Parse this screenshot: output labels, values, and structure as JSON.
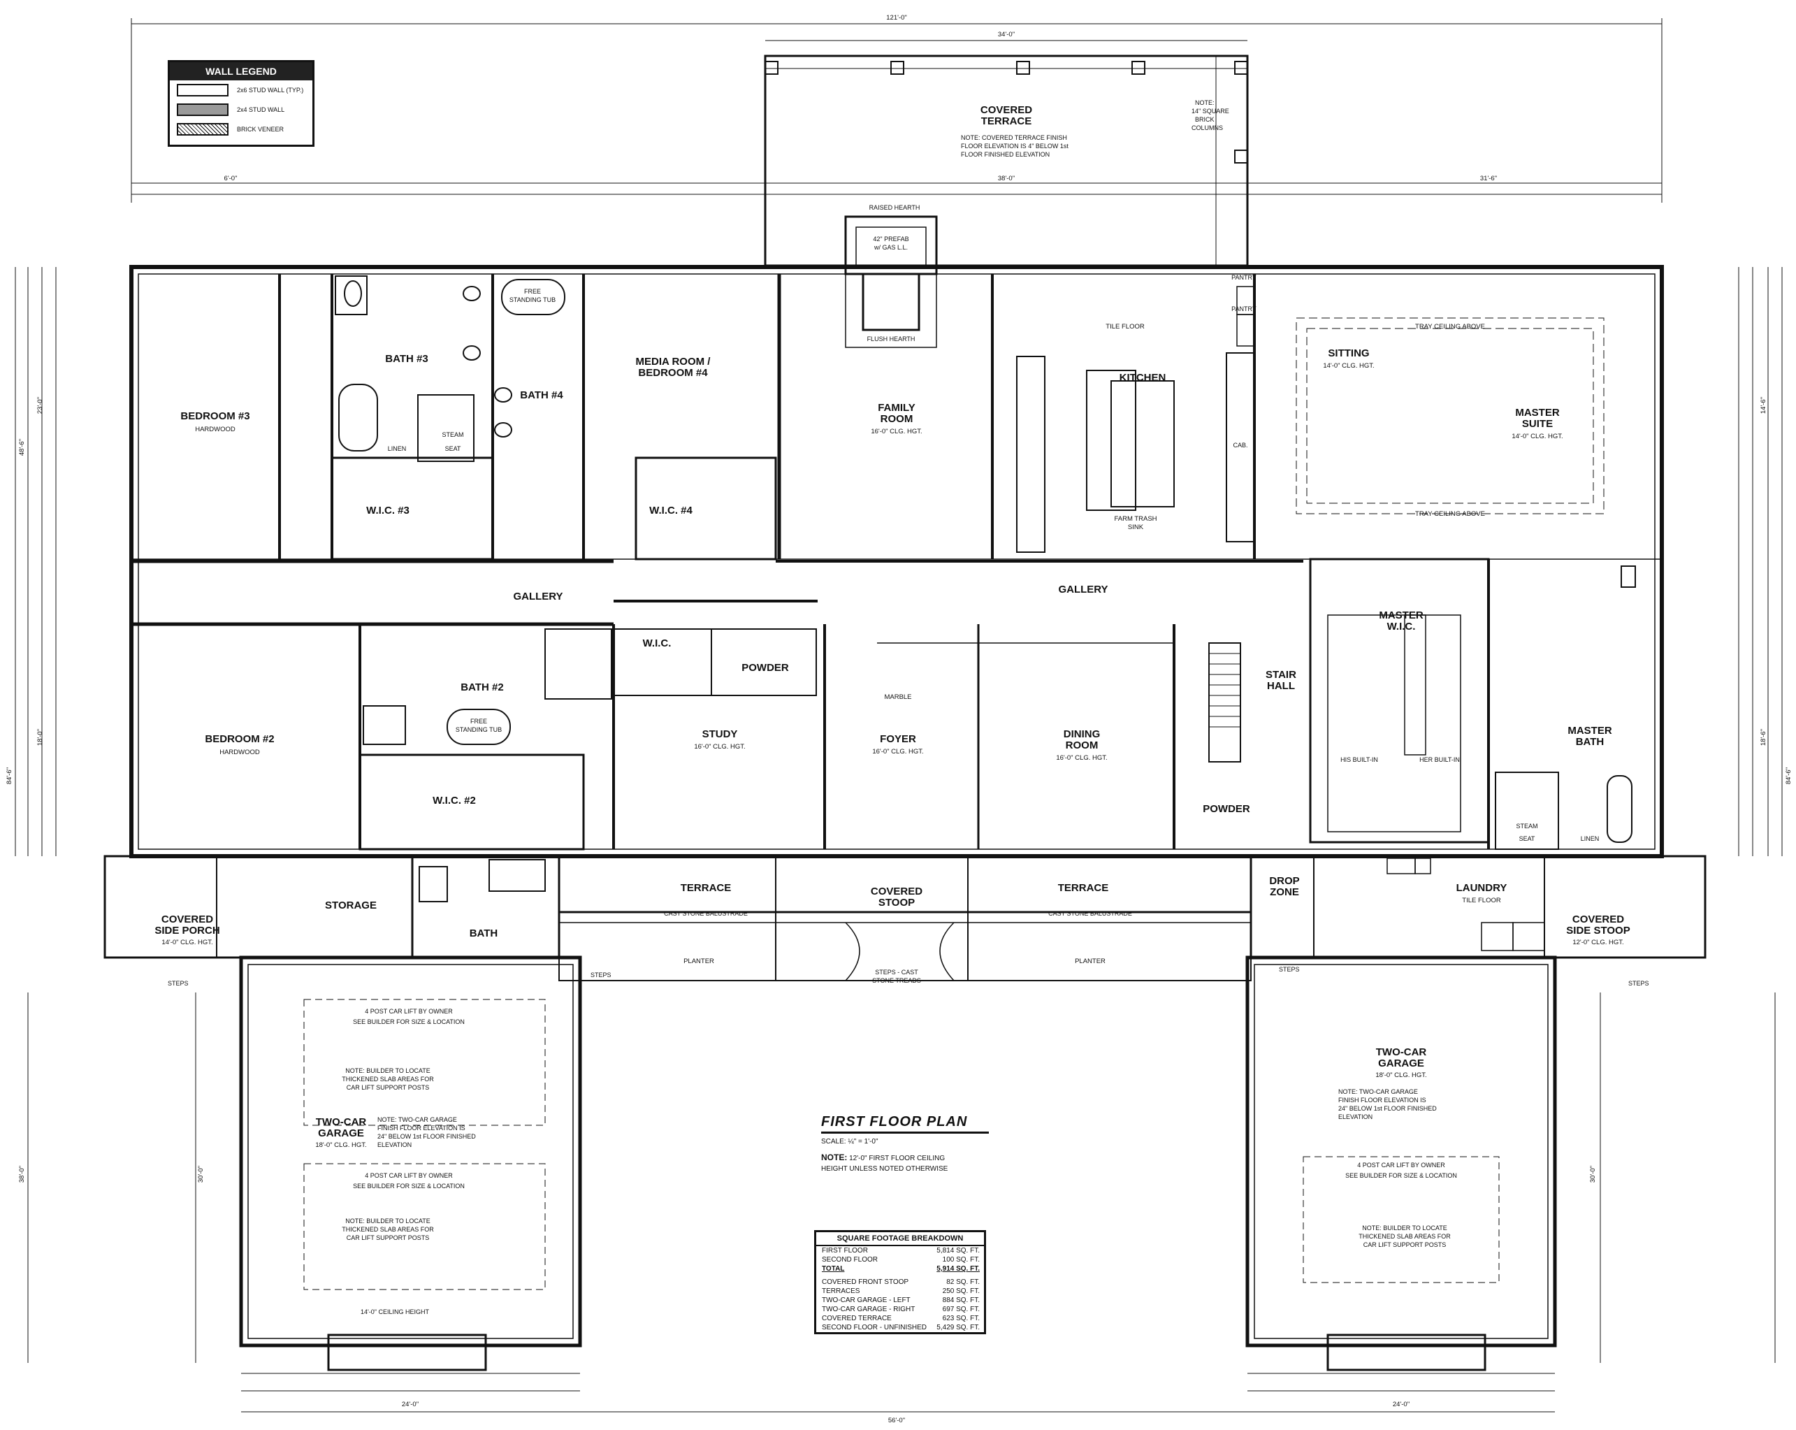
{
  "legend": {
    "title": "WALL LEGEND",
    "items": [
      {
        "label": "2x6 STUD WALL (TYP.)",
        "swatch": "white"
      },
      {
        "label": "2x4 STUD WALL",
        "swatch": "gray"
      },
      {
        "label": "BRICK VENEER",
        "swatch": "hatched"
      }
    ]
  },
  "title": {
    "main": "FIRST FLOOR PLAN",
    "scale": "SCALE: ¼\" = 1'-0\"",
    "note_prefix": "NOTE:",
    "note_line1": "12'-0\" FIRST FLOOR CEILING",
    "note_line2": "HEIGHT UNLESS NOTED OTHERWISE"
  },
  "sqft": {
    "title": "SQUARE FOOTAGE BREAKDOWN",
    "rows1": [
      {
        "label": "FIRST FLOOR",
        "value": "5,814 SQ. FT."
      },
      {
        "label": "SECOND FLOOR",
        "value": "100 SQ. FT."
      }
    ],
    "total": {
      "label": "TOTAL",
      "value": "5,914 SQ. FT."
    },
    "rows2": [
      {
        "label": "COVERED FRONT STOOP",
        "value": "82 SQ. FT."
      },
      {
        "label": "TERRACES",
        "value": "250 SQ. FT."
      },
      {
        "label": "TWO-CAR GARAGE - LEFT",
        "value": "884 SQ. FT."
      },
      {
        "label": "TWO-CAR GARAGE - RIGHT",
        "value": "697 SQ. FT."
      },
      {
        "label": "COVERED TERRACE",
        "value": "623 SQ. FT."
      },
      {
        "label": "SECOND FLOOR - UNFINISHED",
        "value": "5,429 SQ. FT."
      }
    ]
  },
  "rooms": {
    "covered_terrace": "COVERED",
    "covered_terrace2": "TERRACE",
    "covered_terrace_note1": "NOTE: COVERED TERRACE FINISH",
    "covered_terrace_note2": "FLOOR ELEVATION IS 4\" BELOW 1st",
    "covered_terrace_note3": "FLOOR FINISHED ELEVATION",
    "columns_note1": "NOTE:",
    "columns_note2": "14\" SQUARE",
    "columns_note3": "BRICK",
    "columns_note4": "COLUMNS",
    "bedroom3": "BEDROOM #3",
    "bedroom2": "BEDROOM #2",
    "hardwood": "HARDWOOD",
    "floor": "FLOOR",
    "bath3": "BATH #3",
    "bath4": "BATH #4",
    "bath2": "BATH #2",
    "bath": "BATH",
    "media1": "MEDIA ROOM /",
    "media2": "BEDROOM #4",
    "family1": "FAMILY",
    "family2": "ROOM",
    "family_clg": "16'-0\" CLG. HGT.",
    "kitchen": "KITCHEN",
    "tile_floor": "TILE FLOOR",
    "sitting": "SITTING",
    "sitting_clg": "14'-0\" CLG. HGT.",
    "master1": "MASTER",
    "master2": "SUITE",
    "master_clg": "14'-0\" CLG. HGT.",
    "tray_ceiling": "TRAY CEILING ABOVE",
    "wic3": "W.I.C. #3",
    "wic4": "W.I.C. #4",
    "wic2": "W.I.C. #2",
    "wic": "W.I.C.",
    "gallery": "GALLERY",
    "study": "STUDY",
    "study_clg": "16'-0\" CLG. HGT.",
    "foyer": "FOYER",
    "foyer_clg": "16'-0\" CLG. HGT.",
    "marble1": "MARBLE",
    "dining1": "DINING",
    "dining2": "ROOM",
    "dining_clg": "16'-0\" CLG. HGT.",
    "stair1": "STAIR",
    "stair2": "HALL",
    "master_wic1": "MASTER",
    "master_wic2": "W.I.C.",
    "master_bath1": "MASTER",
    "master_bath2": "BATH",
    "powder": "POWDER",
    "terrace": "TERRACE",
    "covered_stoop1": "COVERED",
    "covered_stoop2": "STOOP",
    "drop1": "DROP",
    "drop2": "ZONE",
    "laundry": "LAUNDRY",
    "storage": "STORAGE",
    "side_porch1": "COVERED",
    "side_porch2": "SIDE PORCH",
    "side_porch_clg": "14'-0\" CLG. HGT.",
    "side_stoop1": "COVERED",
    "side_stoop2": "SIDE STOOP",
    "side_stoop_clg": "12'-0\" CLG. HGT.",
    "garage1": "TWO-CAR",
    "garage2": "GARAGE",
    "garage_clg": "18'-0\" CLG. HGT.",
    "planter": "PLANTER",
    "balustrade": "CAST STONE BALUSTRADE",
    "steps": "STEPS",
    "steps_cast1": "STEPS - CAST",
    "steps_cast2": "STONE TREADS",
    "lift1": "4 POST CAR LIFT BY OWNER",
    "lift2": "SEE BUILDER FOR SIZE & LOCATION",
    "builder_note1": "NOTE: BUILDER TO LOCATE",
    "builder_note2": "THICKENED SLAB AREAS FOR",
    "builder_note3": "CAR LIFT SUPPORT POSTS",
    "garage_note1": "NOTE: TWO-CAR GARAGE",
    "garage_note2": "FINISH FLOOR ELEVATION IS",
    "garage_note3": "24\" BELOW 1st FLOOR FINISHED",
    "garage_note4": "ELEVATION",
    "ceiling14": "14'-0\" CEILING HEIGHT",
    "raised_hearth": "RAISED HEARTH",
    "flush_hearth": "FLUSH HEARTH",
    "prefab1": "42\" PREFAB",
    "prefab2": "w/ GAS L.L.",
    "free_tub1": "FREE",
    "free_tub2": "STANDING TUB",
    "steam": "STEAM",
    "seat": "SEAT",
    "linen": "LINEN",
    "farm_sink": "FARM TRASH",
    "sink": "SINK",
    "pantry": "PANTRY",
    "cab": "CAB.",
    "his": "HIS BUILT-IN",
    "her": "HER BUILT-IN"
  },
  "dims": {
    "overall_top": "121'-0\"",
    "terrace_top": "34'-0\"",
    "left_wing": "6'-0\"",
    "center": "38'-0\"",
    "right_wing": "31'-6\"",
    "overall_left": "84'-6\"",
    "overall_right": "84'-6\"",
    "left_upper": "48'-6\"",
    "garage_left_height": "38'-0\"",
    "garage_width": "24'-0\"",
    "bottom_span": "56'-0\"",
    "garage_inner": "30'-0\"",
    "d23": "23'-0\"",
    "d18": "18'-0\"",
    "d146": "14'-6\"",
    "d186": "18'-6\""
  }
}
